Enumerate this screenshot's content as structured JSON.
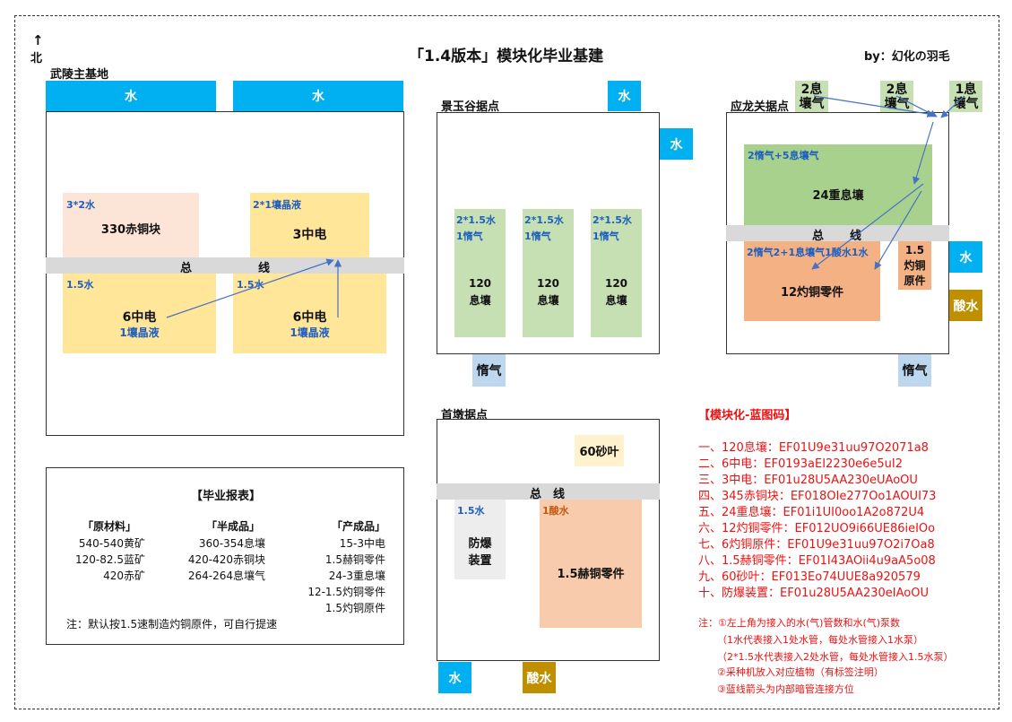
{
  "header": {
    "north_arrow": "↑",
    "north_label": "北",
    "title": "「1.4版本」模块化毕业基建",
    "author": "by：幻化の羽毛"
  },
  "wuling": {
    "title": "武陵主基地",
    "water": [
      "水",
      "水"
    ],
    "bus": [
      "总",
      "线"
    ],
    "m1_note": "3*2水",
    "m1_label": "330赤铜块",
    "m2_note": "2*1壤晶液",
    "m2_label": "3中电",
    "m3_note": "1.5水",
    "m3_label": "6中电",
    "m3_sub": "1壤晶液",
    "m4_note": "1.5水",
    "m4_label": "6中电",
    "m4_sub": "1壤晶液"
  },
  "jingyu": {
    "title": "景玉谷据点",
    "water_top": "水",
    "water_right": "水",
    "bottom": "惰气",
    "cols": [
      {
        "note1": "2*1.5水",
        "note2": "1惰气",
        "l1": "120",
        "l2": "息壤"
      },
      {
        "note1": "2*1.5水",
        "note2": "1惰气",
        "l1": "120",
        "l2": "息壤"
      },
      {
        "note1": "2*1.5水",
        "note2": "1惰气",
        "l1": "120",
        "l2": "息壤"
      }
    ]
  },
  "yinglong": {
    "title": "应龙关据点",
    "top": [
      {
        "l1": "2息",
        "l2": "壤气"
      },
      {
        "l1": "2息",
        "l2": "壤气"
      },
      {
        "l1": "1息",
        "l2": "壤气"
      }
    ],
    "green_note": "2惰气+5息壤气",
    "green_label": "24重息壤",
    "bus": [
      "总",
      "线"
    ],
    "orange_note": "2惰气2+1息壤气1酸水1水",
    "orange_label": "12灼铜零件",
    "small_l1": "1.5",
    "small_l2": "灼铜",
    "small_l3": "原件",
    "water": "水",
    "acid": "酸水",
    "bottom": "惰气"
  },
  "shoudun": {
    "title": "首墩据点",
    "sand": "60砂叶",
    "bus": [
      "总",
      "线"
    ],
    "grey_note": "1.5水",
    "grey_l1": "防爆",
    "grey_l2": "装置",
    "orange_note": "1酸水",
    "orange_label": "1.5赫铜零件",
    "water": "水",
    "acid": "酸水"
  },
  "report": {
    "title": "【毕业报表】",
    "h1": "「原材料」",
    "h2": "「半成品」",
    "h3": "「产成品」",
    "col1": [
      "540-540黄矿",
      "120-82.5蓝矿",
      "420赤矿"
    ],
    "col2": [
      "360-354息壤",
      "420-420赤铜块",
      "264-264息壤气"
    ],
    "col3": [
      "15-3中电",
      "1.5赫铜零件",
      "24-3重息壤",
      "12-1.5灼铜零件",
      "1.5灼铜原件"
    ],
    "note": "注：默认按1.5速制造灼铜原件，可自行提速"
  },
  "blueprint": {
    "title": "【模块化-蓝图码】",
    "items": [
      "一、120息壤：EF01U9e31uu97O2071a8",
      "二、6中电：EF0193aEI2230e6e5uI2",
      "三、3中电：EF01u28U5AA230eUAoOU",
      "四、345赤铜块：EF018OIe277Oo1AOUI73",
      "五、24重息壤：EF01i1UI0oo1A2o872U4",
      "六、12灼铜零件：EF012UO9i66UE86ieIOo",
      "七、6灼铜原件：EF01U9e31uu97O2i7Oa8",
      "八、1.5赫铜零件：EF01I43AOii4u9aA5o08",
      "九、60砂叶：EF013Eo74UUE8a920579",
      "十、防爆装置：EF01u28U5AA230eIAoOU"
    ],
    "notes": [
      "注：①左上角为接入的水(气)管数和水(气)泵数",
      "（1水代表接入1处水管，每处水管接入1水泵）",
      "（2*1.5水代表接入2处水管，每处水管接入1.5水泵）",
      "②采种机放入对应植物（有标签注明）",
      "③蓝线箭头为内部暗管连接方位"
    ]
  },
  "colors": {
    "water": "#00b0f0",
    "gas": "#bdd7ee",
    "acid": "#bf8f00",
    "peach": "#fce4d6",
    "yellow": "#ffe699",
    "green": "#c6e0b4",
    "orange": "#f4b183",
    "bus": "#d9d9d9",
    "arrow": "#4472c4",
    "code_red": "#e11111"
  }
}
